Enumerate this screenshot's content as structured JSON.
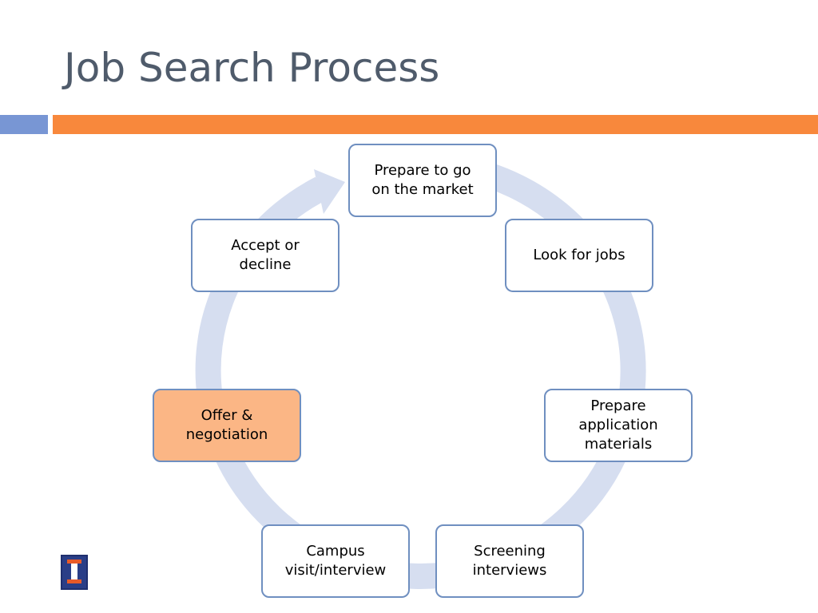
{
  "slide": {
    "title": "Job Search Process"
  },
  "colors": {
    "title_text": "#4f5b6b",
    "accent_blue": "#7896d4",
    "accent_orange": "#f8883c",
    "cycle_arrow": "#d6def0",
    "node_border": "#6f8fc0",
    "highlight_fill": "#fbb685"
  },
  "cycle": {
    "steps": [
      {
        "label": "Prepare to go\non the market",
        "highlighted": false
      },
      {
        "label": "Look for jobs",
        "highlighted": false
      },
      {
        "label": "Prepare\napplication\nmaterials",
        "highlighted": false
      },
      {
        "label": "Screening\ninterviews",
        "highlighted": false
      },
      {
        "label": "Campus\nvisit/interview",
        "highlighted": false
      },
      {
        "label": "Offer &\nnegotiation",
        "highlighted": true
      },
      {
        "label": "Accept or\ndecline",
        "highlighted": false
      }
    ]
  },
  "logo": {
    "icon": "block-i-logo-icon",
    "letter": "I"
  }
}
